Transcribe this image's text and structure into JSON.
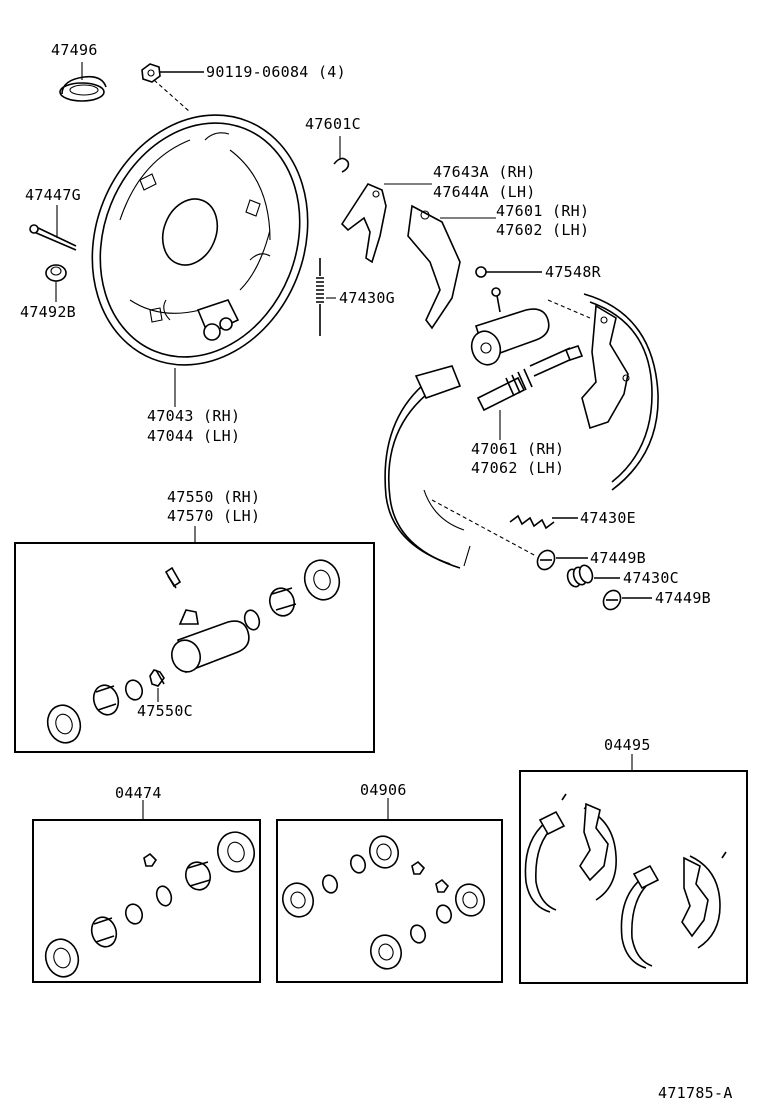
{
  "parts": {
    "p47496": "47496",
    "p90119": "90119-06084 (4)",
    "p47601c": "47601C",
    "p47447g": "47447G",
    "p47643a": "47643A (RH)",
    "p47644a": "47644A (LH)",
    "p47601": "47601 (RH)",
    "p47602": "47602 (LH)",
    "p47548r": "47548R",
    "p47430g": "47430G",
    "p47492b": "47492B",
    "p47043": "47043 (RH)",
    "p47044": "47044 (LH)",
    "p47061": "47061 (RH)",
    "p47062": "47062 (LH)",
    "p47550": "47550 (RH)",
    "p47570": "47570 (LH)",
    "p47430e": "47430E",
    "p47449b_1": "47449B",
    "p47430c": "47430C",
    "p47449b_2": "47449B",
    "p47550c": "47550C",
    "p04495": "04495",
    "p04474": "04474",
    "p04906": "04906"
  },
  "figure_id": "471785-A",
  "icons": [
    "bolt",
    "backing-plate",
    "brake-shoe",
    "wheel-cylinder",
    "spring",
    "piston-cup",
    "boot"
  ]
}
